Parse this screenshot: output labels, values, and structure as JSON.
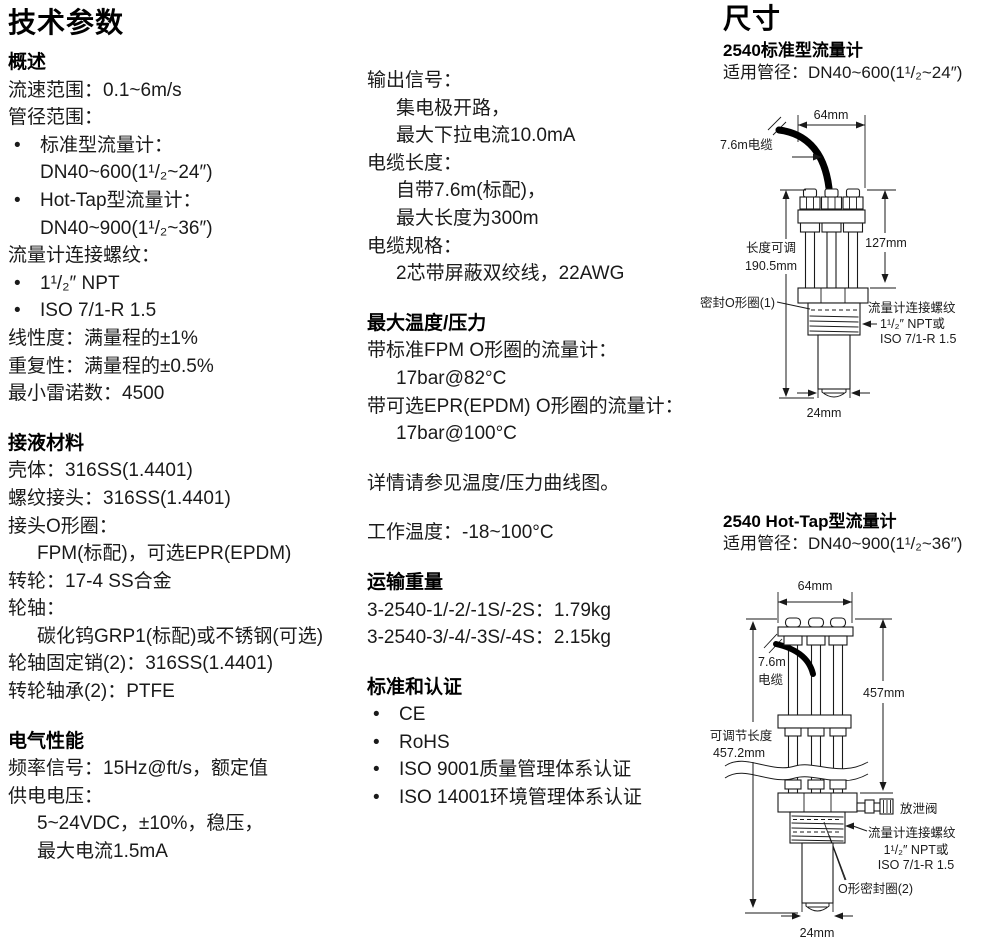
{
  "colors": {
    "background": "#ffffff",
    "text": "#1a1a1a",
    "heading": "#000000"
  },
  "left": {
    "title": "技术参数",
    "lines": [
      "概述",
      "流速范围：0.1~6m/s",
      "管径范围：",
      "标准型流量计：",
      "DN40~600(1¹/₂~24″)",
      "Hot-Tap型流量计：",
      "DN40~900(1¹/₂~36″)",
      "流量计连接螺纹：",
      "1¹/₂″ NPT",
      "ISO 7/1-R 1.5",
      "线性度：满量程的±1%",
      "重复性：满量程的±0.5%",
      "最小雷诺数：4500",
      "接液材料",
      "壳体：316SS(1.4401)",
      "螺纹接头：316SS(1.4401)",
      "接头O形圈：",
      "FPM(标配)，可选EPR(EPDM)",
      "转轮：17-4 SS合金",
      "轮轴：",
      "碳化钨GRP1(标配)或不锈钢(可选)",
      "轮轴固定销(2)：316SS(1.4401)",
      "转轮轴承(2)：PTFE",
      "电气性能",
      "频率信号：15Hz@ft/s，额定值",
      "供电电压：",
      "5~24VDC，±10%，稳压，",
      "最大电流1.5mA"
    ]
  },
  "mid": {
    "lines": [
      "输出信号：",
      "集电极开路，",
      "最大下拉电流10.0mA",
      "电缆长度：",
      "自带7.6m(标配)，",
      "最大长度为300m",
      "电缆规格：",
      "2芯带屏蔽双绞线，22AWG",
      "最大温度/压力",
      "带标准FPM O形圈的流量计：",
      "17bar@82°C",
      "带可选EPR(EPDM) O形圈的流量计：",
      "17bar@100°C",
      "详情请参见温度/压力曲线图。",
      "工作温度：-18~100°C",
      "运输重量",
      "3-2540-1/-2/-1S/-2S：1.79kg",
      "3-2540-3/-4/-3S/-4S：2.15kg",
      "标准和认证",
      "CE",
      "RoHS",
      "ISO 9001质量管理体系认证",
      "ISO 14001环境管理体系认证"
    ]
  },
  "dims": {
    "title": "尺寸",
    "d1": {
      "title": "2540标准型流量计",
      "subtitle": "适用管径：DN40~600(1¹/₂~24″)",
      "labels": {
        "width": "64mm",
        "cable": "7.6m电缆",
        "adj1": "长度可调",
        "adj2": "190.5mm",
        "height": "127mm",
        "oring": "密封O形圈(1)",
        "thread1": "流量计连接螺纹",
        "thread2": "1¹/₂″ NPT或",
        "thread3": "ISO 7/1-R 1.5",
        "tip": "24mm"
      }
    },
    "d2": {
      "title": "2540 Hot-Tap型流量计",
      "subtitle": "适用管径：DN40~900(1¹/₂~36″)",
      "labels": {
        "width": "64mm",
        "cable1": "7.6m",
        "cable2": "电缆",
        "height": "457mm",
        "adj1": "可调节长度",
        "adj2": "457.2mm",
        "bleed": "放泄阀",
        "thread1": "流量计连接螺纹",
        "thread2": "1¹/₂″ NPT或",
        "thread3": "ISO 7/1-R 1.5",
        "oring": "O形密封圈(2)",
        "tip": "24mm"
      }
    }
  }
}
